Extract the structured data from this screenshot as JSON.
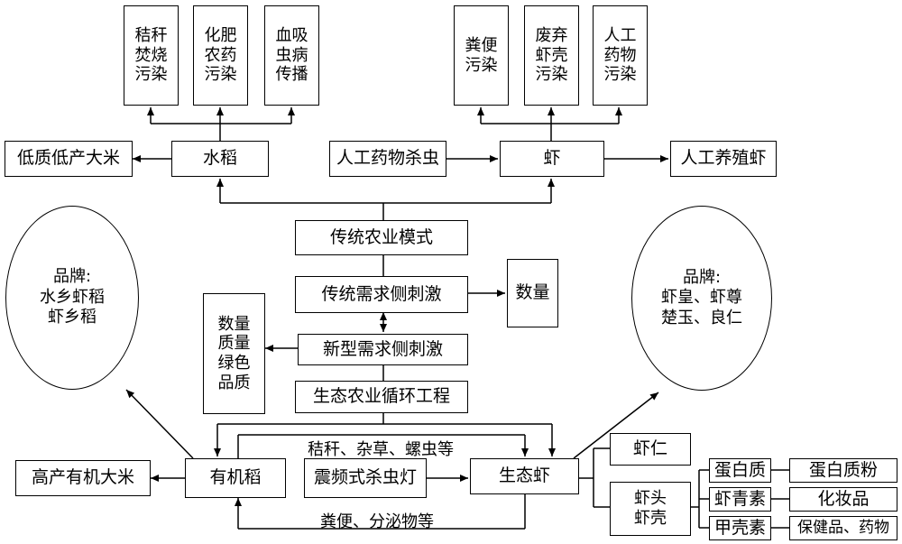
{
  "top_left_pollution": [
    "秸秆\n焚烧\n污染",
    "化肥\n农药\n污染",
    "血吸\n虫病\n传播"
  ],
  "top_right_pollution": [
    "粪便\n污染",
    "废弃\n虾壳\n污染",
    "人工\n药物\n污染"
  ],
  "traditional": {
    "rice": "水稻",
    "low_quality_rice": "低质低产大米",
    "artificial_pesticide": "人工药物杀虫",
    "shrimp": "虾",
    "artificial_shrimp": "人工养殖虾",
    "mode": "传统农业模式",
    "traditional_demand": "传统需求侧刺激",
    "quantity": "数量"
  },
  "new_model": {
    "quality_box": "数量\n质量\n绿色\n品质",
    "new_demand": "新型需求侧刺激",
    "eco_cycle": "生态农业循环工程",
    "organic_rice": "有机稻",
    "high_yield_rice": "高产有机大米",
    "lamp": "震频式杀虫灯",
    "eco_shrimp": "生态虾",
    "straw_label": "秸秆、杂草、螺虫等",
    "manure_label": "粪便、分泌物等"
  },
  "brands": {
    "left": "品牌:\n水乡虾稻\n虾乡稻",
    "right": "品牌:\n虾皇、虾尊\n楚玉、良仁"
  },
  "products": {
    "shrimp_meat": "虾仁",
    "head_shell": "虾头\n虾壳",
    "protein": "蛋白质",
    "protein_powder": "蛋白质粉",
    "astaxanthin": "虾青素",
    "cosmetics": "化妆品",
    "chitin": "甲壳素",
    "health": "保健品、药物"
  }
}
